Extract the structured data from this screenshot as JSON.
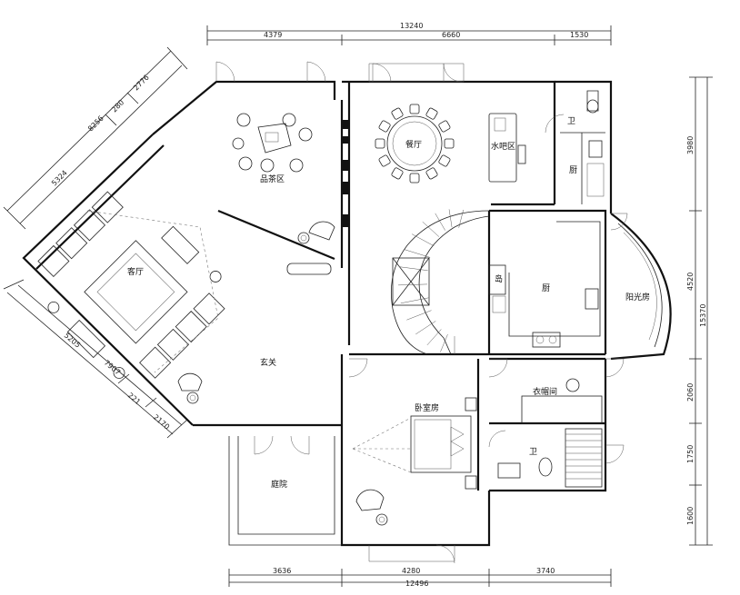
{
  "dimensions": {
    "top_total": "13240",
    "top_1": "4379",
    "top_2": "6660",
    "top_3": "1530",
    "bottom_total": "12496",
    "bottom_1": "3636",
    "bottom_2": "4280",
    "bottom_3": "3740",
    "right_1": "3980",
    "right_2": "4520",
    "right_total": "15370",
    "right_3": "2060",
    "right_4": "1750",
    "right_5": "1600",
    "diag_upper_1": "8256",
    "diag_upper_2": "2776",
    "diag_upper_3": "280",
    "diag_upper_4": "5324",
    "diag_lower_1": "5205",
    "diag_lower_2": "7907",
    "diag_lower_3": "221",
    "diag_lower_4": "2170"
  },
  "rooms": {
    "tea_room": "品茶区",
    "dining": "餐厅",
    "water_bar": "水吧区",
    "wc_top": "卫",
    "storage": "厨",
    "living": "客厅",
    "foyer": "玄关",
    "kitchen_area": "厨",
    "island": "岛",
    "sunroom": "阳光房",
    "cloak": "衣帽间",
    "bedroom": "卧室房",
    "bath": "卫",
    "courtyard": "庭院"
  }
}
